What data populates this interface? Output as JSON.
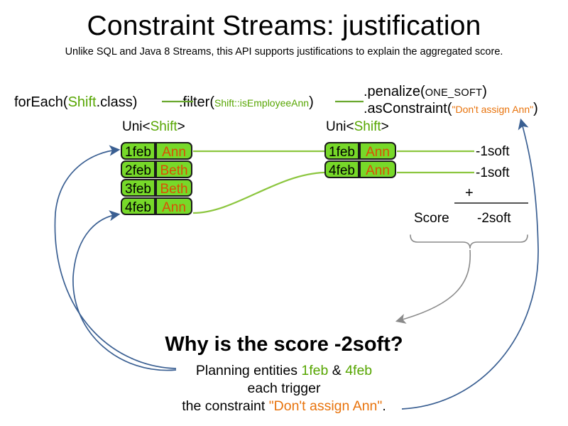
{
  "header": {
    "title": "Constraint Streams: justification",
    "subtitle": "Unlike SQL and Java 8 Streams, this API supports justifications to explain the aggregated score."
  },
  "code": {
    "foreach": {
      "prefix": "forEach(",
      "type": "Shift",
      "suffix": ".class)"
    },
    "filter": {
      "prefix": ".filter(",
      "method_ref": "Shift::isEmployeeAnn",
      "suffix": ")"
    },
    "penalize": {
      "prefix": ".penalize(",
      "arg": "ONE_SOFT",
      "suffix": ")"
    },
    "as_constraint": {
      "prefix": ".asConstraint(",
      "arg": "\"Don't assign Ann\"",
      "suffix": ")"
    }
  },
  "streams": {
    "left": {
      "label_prefix": "Uni<",
      "label_type": "Shift",
      "label_suffix": ">",
      "rows": [
        {
          "date": "1feb",
          "name": "Ann"
        },
        {
          "date": "2feb",
          "name": "Beth"
        },
        {
          "date": "3feb",
          "name": "Beth"
        },
        {
          "date": "4feb",
          "name": "Ann"
        }
      ]
    },
    "right": {
      "label_prefix": "Uni<",
      "label_type": "Shift",
      "label_suffix": ">",
      "rows": [
        {
          "date": "1feb",
          "name": "Ann"
        },
        {
          "date": "4feb",
          "name": "Ann"
        }
      ]
    }
  },
  "score": {
    "impacts": [
      "-1soft",
      "-1soft"
    ],
    "operator": "+",
    "label": "Score",
    "total": "-2soft"
  },
  "explanation": {
    "question": "Why is the score -2soft?",
    "line1_prefix": "Planning entities ",
    "line1_entity_a": "1feb",
    "line1_amp": " & ",
    "line1_entity_b": "4feb",
    "line2": "each trigger",
    "line3_prefix": "the constraint ",
    "line3_constraint": "\"Don't assign Ann\"",
    "line3_suffix": "."
  },
  "colors": {
    "green_text": "#57a602",
    "orange_text": "#e8730c",
    "box_fill": "#77d929",
    "box_border": "#1b1b1b",
    "name_text": "#d94f07",
    "connector_green": "#8cc63f",
    "arrow_blue": "#3a5f92",
    "brace_gray": "#8a8a8a"
  }
}
